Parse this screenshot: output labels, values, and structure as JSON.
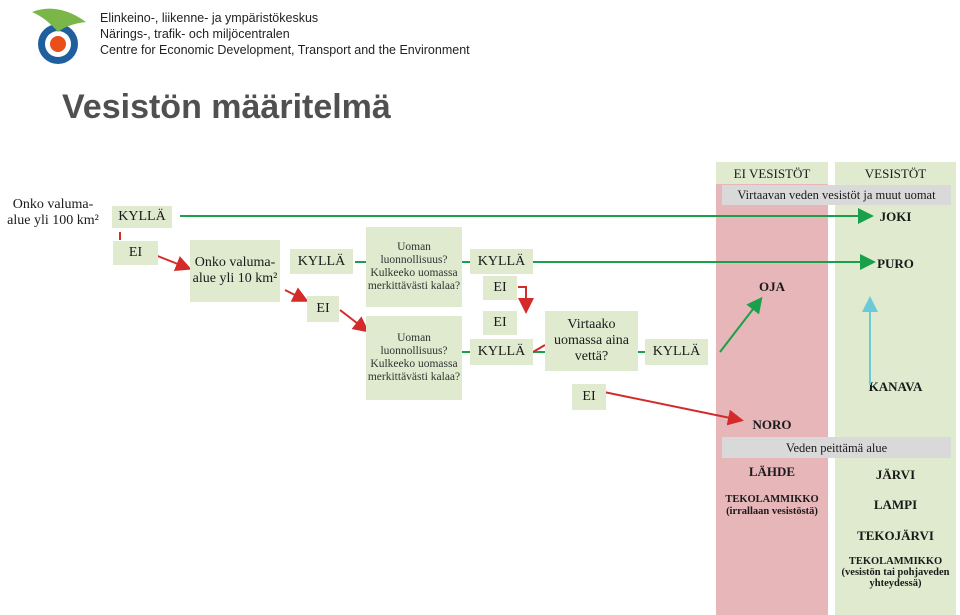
{
  "header": {
    "org_line1": "Elinkeino-, liikenne- ja ympäristökeskus",
    "org_line2": "Närings-, trafik- och miljöcentralen",
    "org_line3": "Centre for Economic Development, Transport and the Environment",
    "title": "Vesistön määritelmä"
  },
  "flow": {
    "q1": "Onko valuma-alue yli 100 km²",
    "q2": "Onko valuma-alue yli 10 km²",
    "q3": "Uoman luonnollisuus? Kulkeeko uomassa merkittävästi kalaa?",
    "q4": "Uoman luonnollisuus? Kulkeeko uomassa merkittävästi kalaa?",
    "q5": "Virtaako uomassa aina vettä?",
    "yes": "KYLLÄ",
    "no": "EI"
  },
  "columns": {
    "ei_vesistot": "EI VESISTÖT",
    "vesistot": "VESISTÖT",
    "flowing_header": "Virtaavan veden vesistöt ja muut uomat",
    "still_header": "Veden peittämä alue",
    "joki": "JOKI",
    "puro": "PURO",
    "oja": "OJA",
    "kanava": "KANAVA",
    "noro": "NORO",
    "lahde": "LÄHDE",
    "jarvi": "JÄRVI",
    "lampi": "LAMPI",
    "tekojarvi": "TEKOJÄRVI",
    "tekolammikko_irrallaan": "TEKOLAMMIKKO (irrallaan vesistöstä)",
    "tekolammikko_yhteys": "TEKOLAMMIKKO (vesistön tai pohjaveden yhteydessä)"
  },
  "colors": {
    "green_box": "#dfeacf",
    "pink_column": "#e6b6b8",
    "arrow_yes": "#1aa04a",
    "arrow_no": "#d42a2a",
    "arrow_cyan": "#6ccad8"
  }
}
